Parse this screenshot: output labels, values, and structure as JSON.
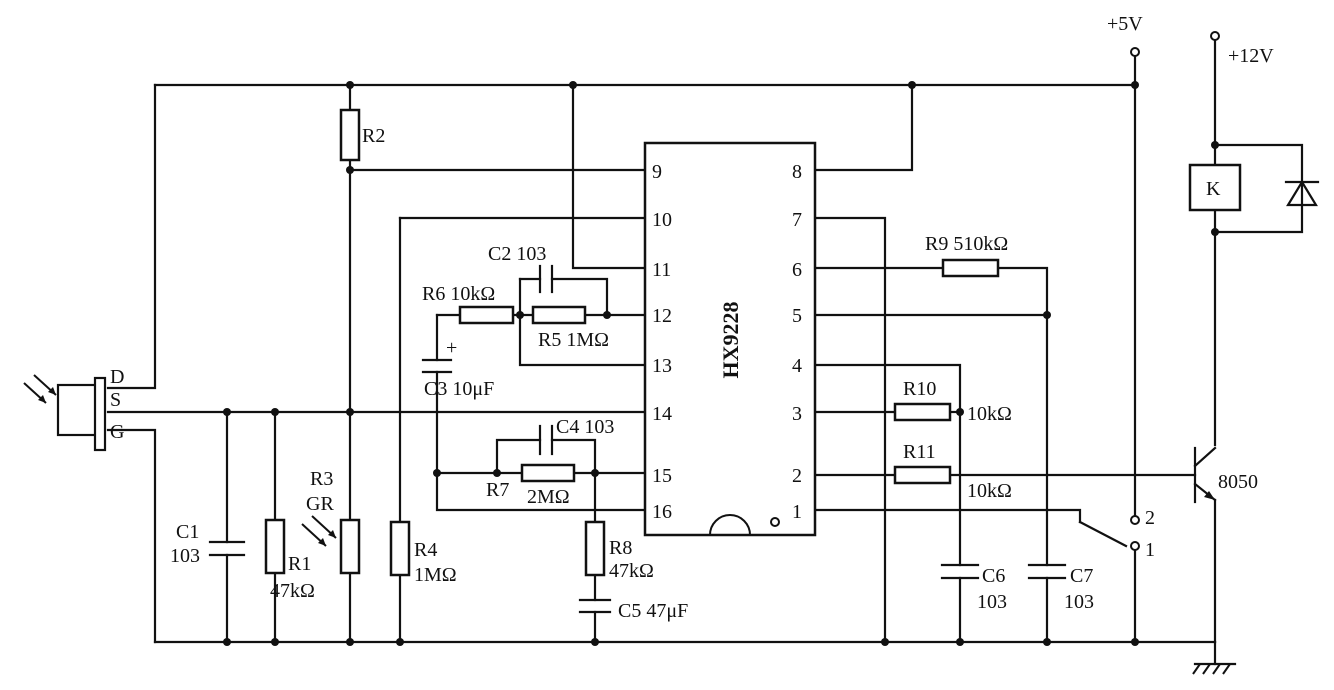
{
  "supply": {
    "v5": "+5V",
    "v12": "+12V"
  },
  "ic": {
    "name": "HX9228",
    "pins_left": [
      "9",
      "10",
      "11",
      "12",
      "13",
      "14",
      "15",
      "16"
    ],
    "pins_right": [
      "8",
      "7",
      "6",
      "5",
      "4",
      "3",
      "2",
      "1"
    ]
  },
  "sensor": {
    "pins": [
      "D",
      "S",
      "G"
    ]
  },
  "components": {
    "R1": {
      "ref": "R1",
      "value": "47kΩ"
    },
    "R2": {
      "ref": "R2"
    },
    "R3": {
      "ref": "R3",
      "type": "GR"
    },
    "R4": {
      "ref": "R4",
      "value": "1MΩ"
    },
    "R5": {
      "label": "R5 1MΩ"
    },
    "R6": {
      "label": "R6 10kΩ"
    },
    "R7": {
      "ref": "R7",
      "value": "2MΩ"
    },
    "R8": {
      "ref": "R8",
      "value": "47kΩ"
    },
    "R9": {
      "label": "R9  510kΩ"
    },
    "R10": {
      "ref": "R10",
      "value": "10kΩ"
    },
    "R11": {
      "ref": "R11",
      "value": "10kΩ"
    },
    "C1": {
      "ref": "C1",
      "value": "103"
    },
    "C2": {
      "label": "C2 103"
    },
    "C3": {
      "label": "C3  10μF",
      "polarity": "+"
    },
    "C4": {
      "label": "C4 103"
    },
    "C5": {
      "label": "C5  47μF"
    },
    "C6": {
      "ref": "C6",
      "value": "103"
    },
    "C7": {
      "ref": "C7",
      "value": "103"
    },
    "transistor": {
      "label": "8050"
    },
    "relay": {
      "label": "K"
    }
  },
  "switch": {
    "positions": [
      "2",
      "1"
    ]
  }
}
